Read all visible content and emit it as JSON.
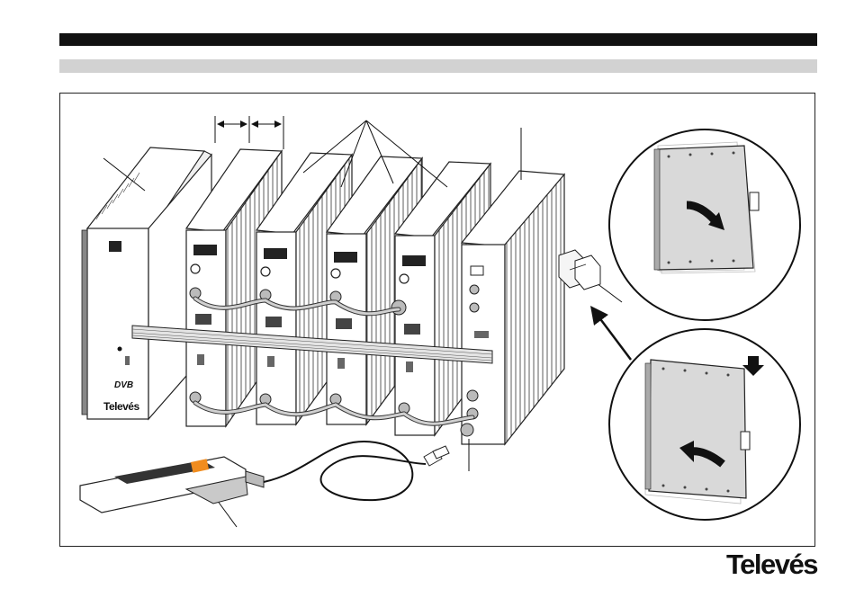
{
  "brand": {
    "name": "Televés"
  },
  "power_supply": {
    "logo_text": "Televés",
    "dvb_text": "DVB"
  },
  "colors": {
    "header_bar": "#111111",
    "sub_bar": "#d2d2d2",
    "line": "#222222",
    "module_fill": "#ffffff",
    "plate_fill": "#d9d9d9"
  },
  "modules": {
    "count": 5
  }
}
